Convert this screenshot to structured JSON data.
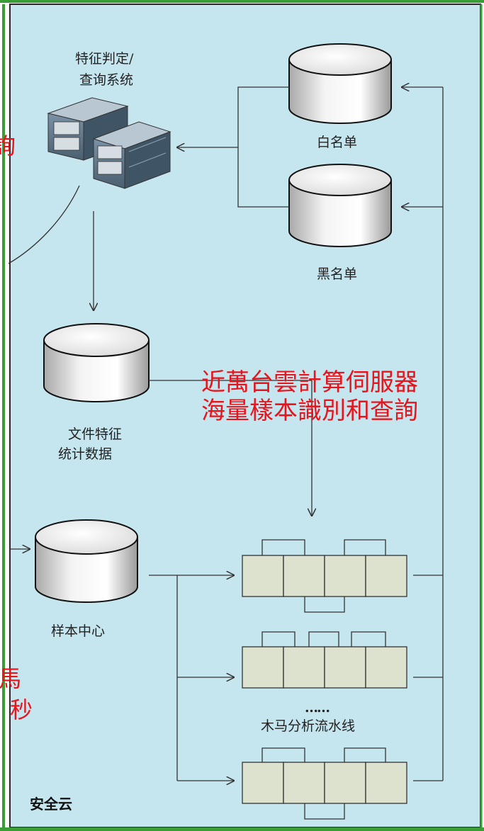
{
  "labels": {
    "feature_system_line1": "特征判定/",
    "feature_system_line2": "查询系统",
    "whitelist": "白名单",
    "blacklist": "黑名单",
    "file_stats_line1": "文件特征",
    "file_stats_line2": "统计数据",
    "sample_center": "样本中心",
    "ellipsis": "……",
    "pipeline": "木马分析流水线",
    "security_cloud": "安全云"
  },
  "overlay": {
    "line1": "近萬台雲計算伺服器",
    "line2": "海量樣本識別和查詢",
    "left_fragment_1": "詢",
    "left_fragment_2": "馬",
    "left_fragment_3": "秒"
  },
  "colors": {
    "panel_bg": "#c5e5ef",
    "frame_green": "#3a9d35",
    "overlay_red": "#e8141b",
    "queue_cell": "#dde2cf"
  }
}
